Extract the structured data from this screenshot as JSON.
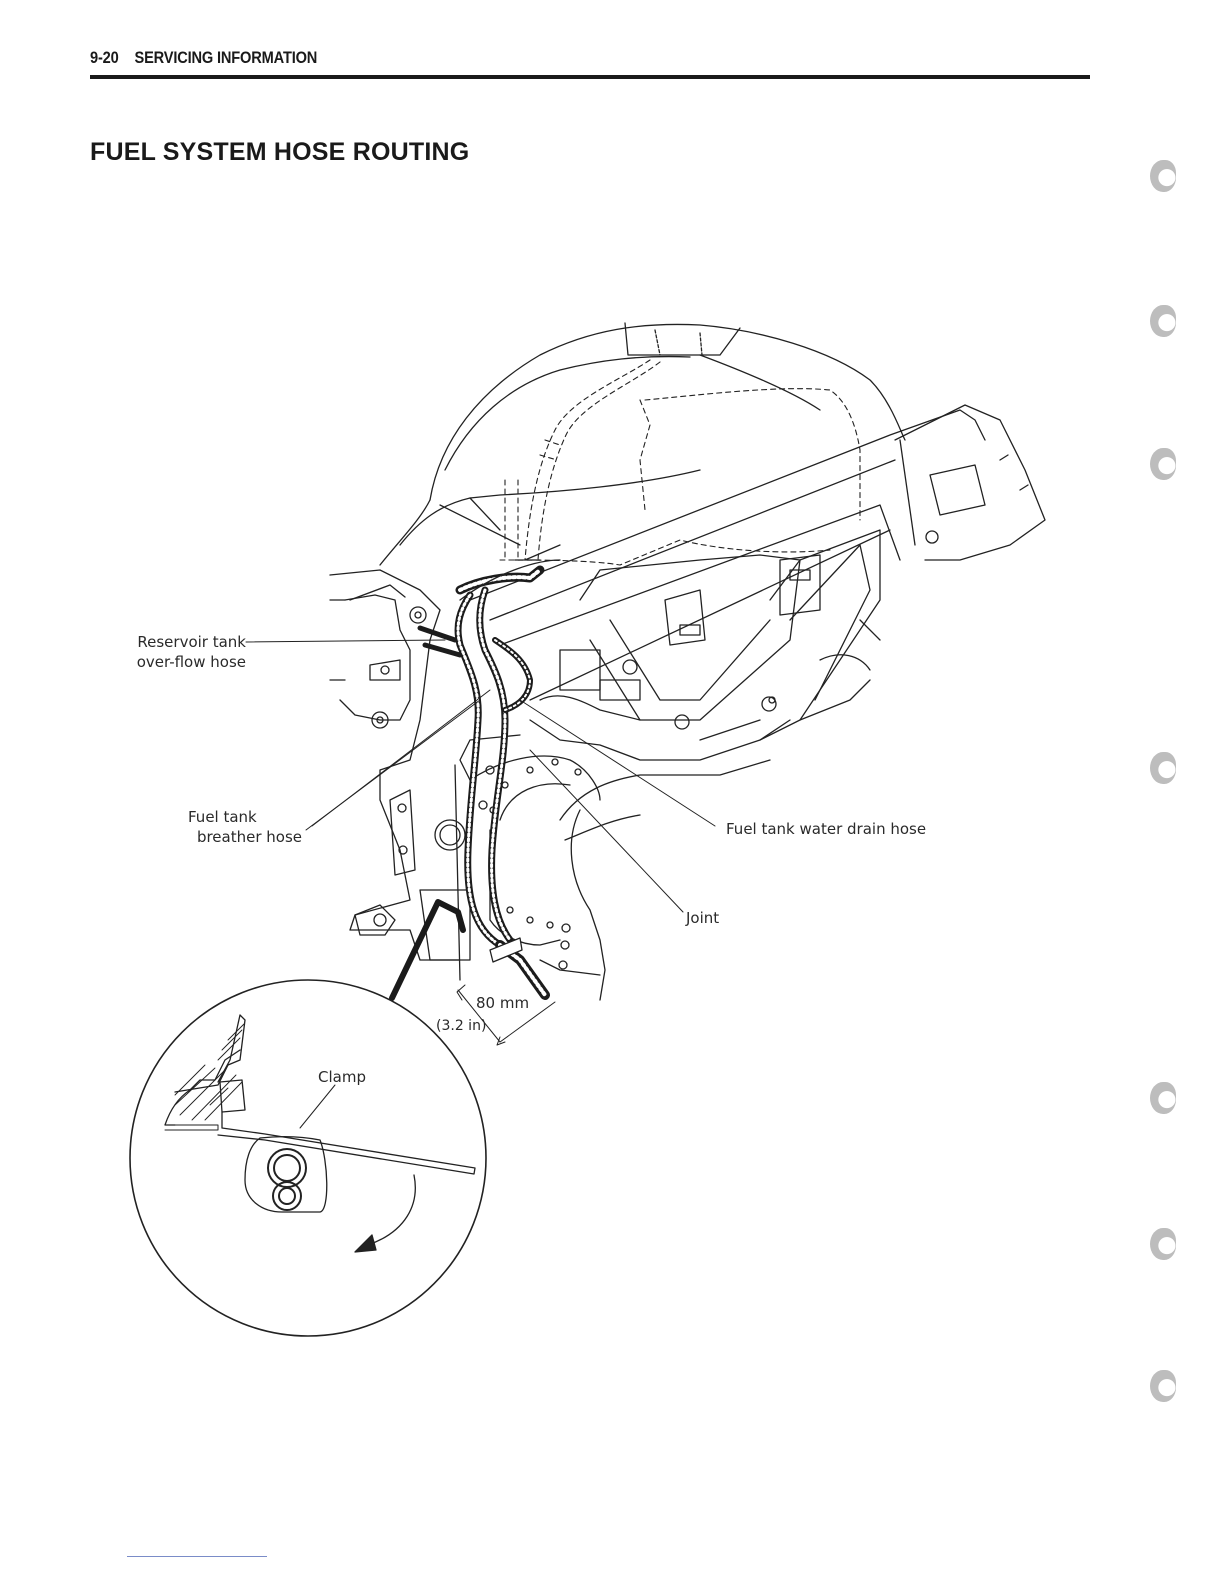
{
  "header": {
    "page_number": "9-20",
    "section": "SERVICING INFORMATION"
  },
  "title": "FUEL SYSTEM HOSE ROUTING",
  "labels": {
    "reservoir_line1": "Reservoir tank",
    "reservoir_line2": "over-flow hose",
    "breather_line1": "Fuel tank",
    "breather_line2": "breather hose",
    "water_drain": "Fuel tank water drain hose",
    "joint": "Joint",
    "dimension_mm": "80 mm",
    "dimension_in": "(3.2 in)",
    "clamp": "Clamp"
  }
}
